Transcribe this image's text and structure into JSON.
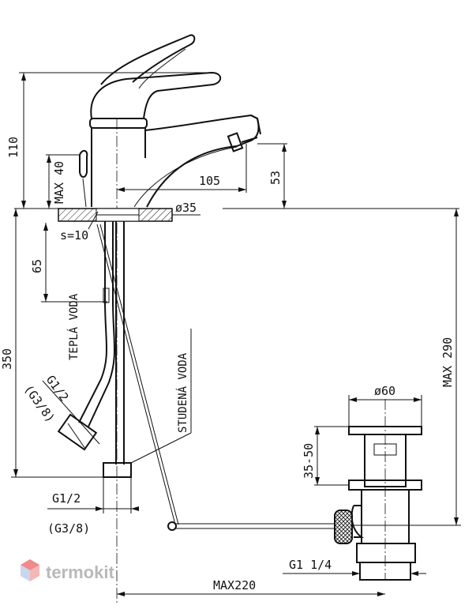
{
  "diagram": {
    "dimensions": {
      "height_110": "110",
      "max_40": "MAX 40",
      "spout_105": "105",
      "spout_53": "53",
      "dia_35": "ø35",
      "s10": "s=10",
      "d65": "65",
      "d350": "350",
      "max_290": "MAX 290",
      "dia_60": "ø60",
      "d35_50": "35-50",
      "g1_2_hose": "G1/2",
      "g3_8_hose": "(G3/8)",
      "g1_2_bottom": "G1/2",
      "g3_8_bottom": "(G3/8)",
      "g1_1_4": "G1 1/4",
      "max220": "MAX220"
    },
    "labels": {
      "hot_water": "TEPLÁ VODA",
      "cold_water": "STUDENÁ VODA"
    },
    "watermark": {
      "text": "termokit",
      "icon": "termokit-logo-icon"
    }
  }
}
